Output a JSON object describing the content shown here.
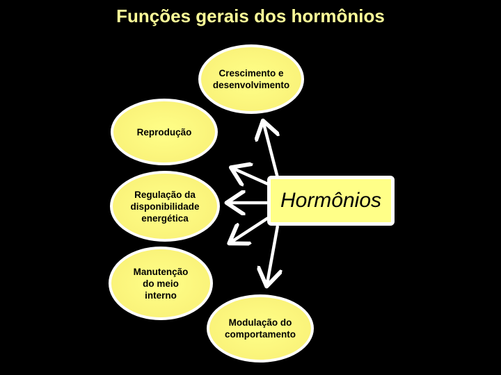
{
  "title": "Funções gerais dos hormônios",
  "center": {
    "label": "Hormônios",
    "fill_color": "#FFFF88",
    "border_color": "#FFFFFF"
  },
  "functions": [
    {
      "id": "crescimento",
      "label": "Crescimento e\ndesenvolvimento"
    },
    {
      "id": "reproducao",
      "label": "Reprodução"
    },
    {
      "id": "regulacao",
      "label": "Regulação da\ndisponibilidade\nenergética"
    },
    {
      "id": "manutencao",
      "label": "Manutenção\ndo meio\ninterno"
    },
    {
      "id": "modulacao",
      "label": "Modulação do\ncomportamento"
    }
  ],
  "colors": {
    "background": "#000000",
    "title": "#FFFF99",
    "ellipse_fill": "#FAF37A",
    "arrow": "#FFFFFF"
  }
}
